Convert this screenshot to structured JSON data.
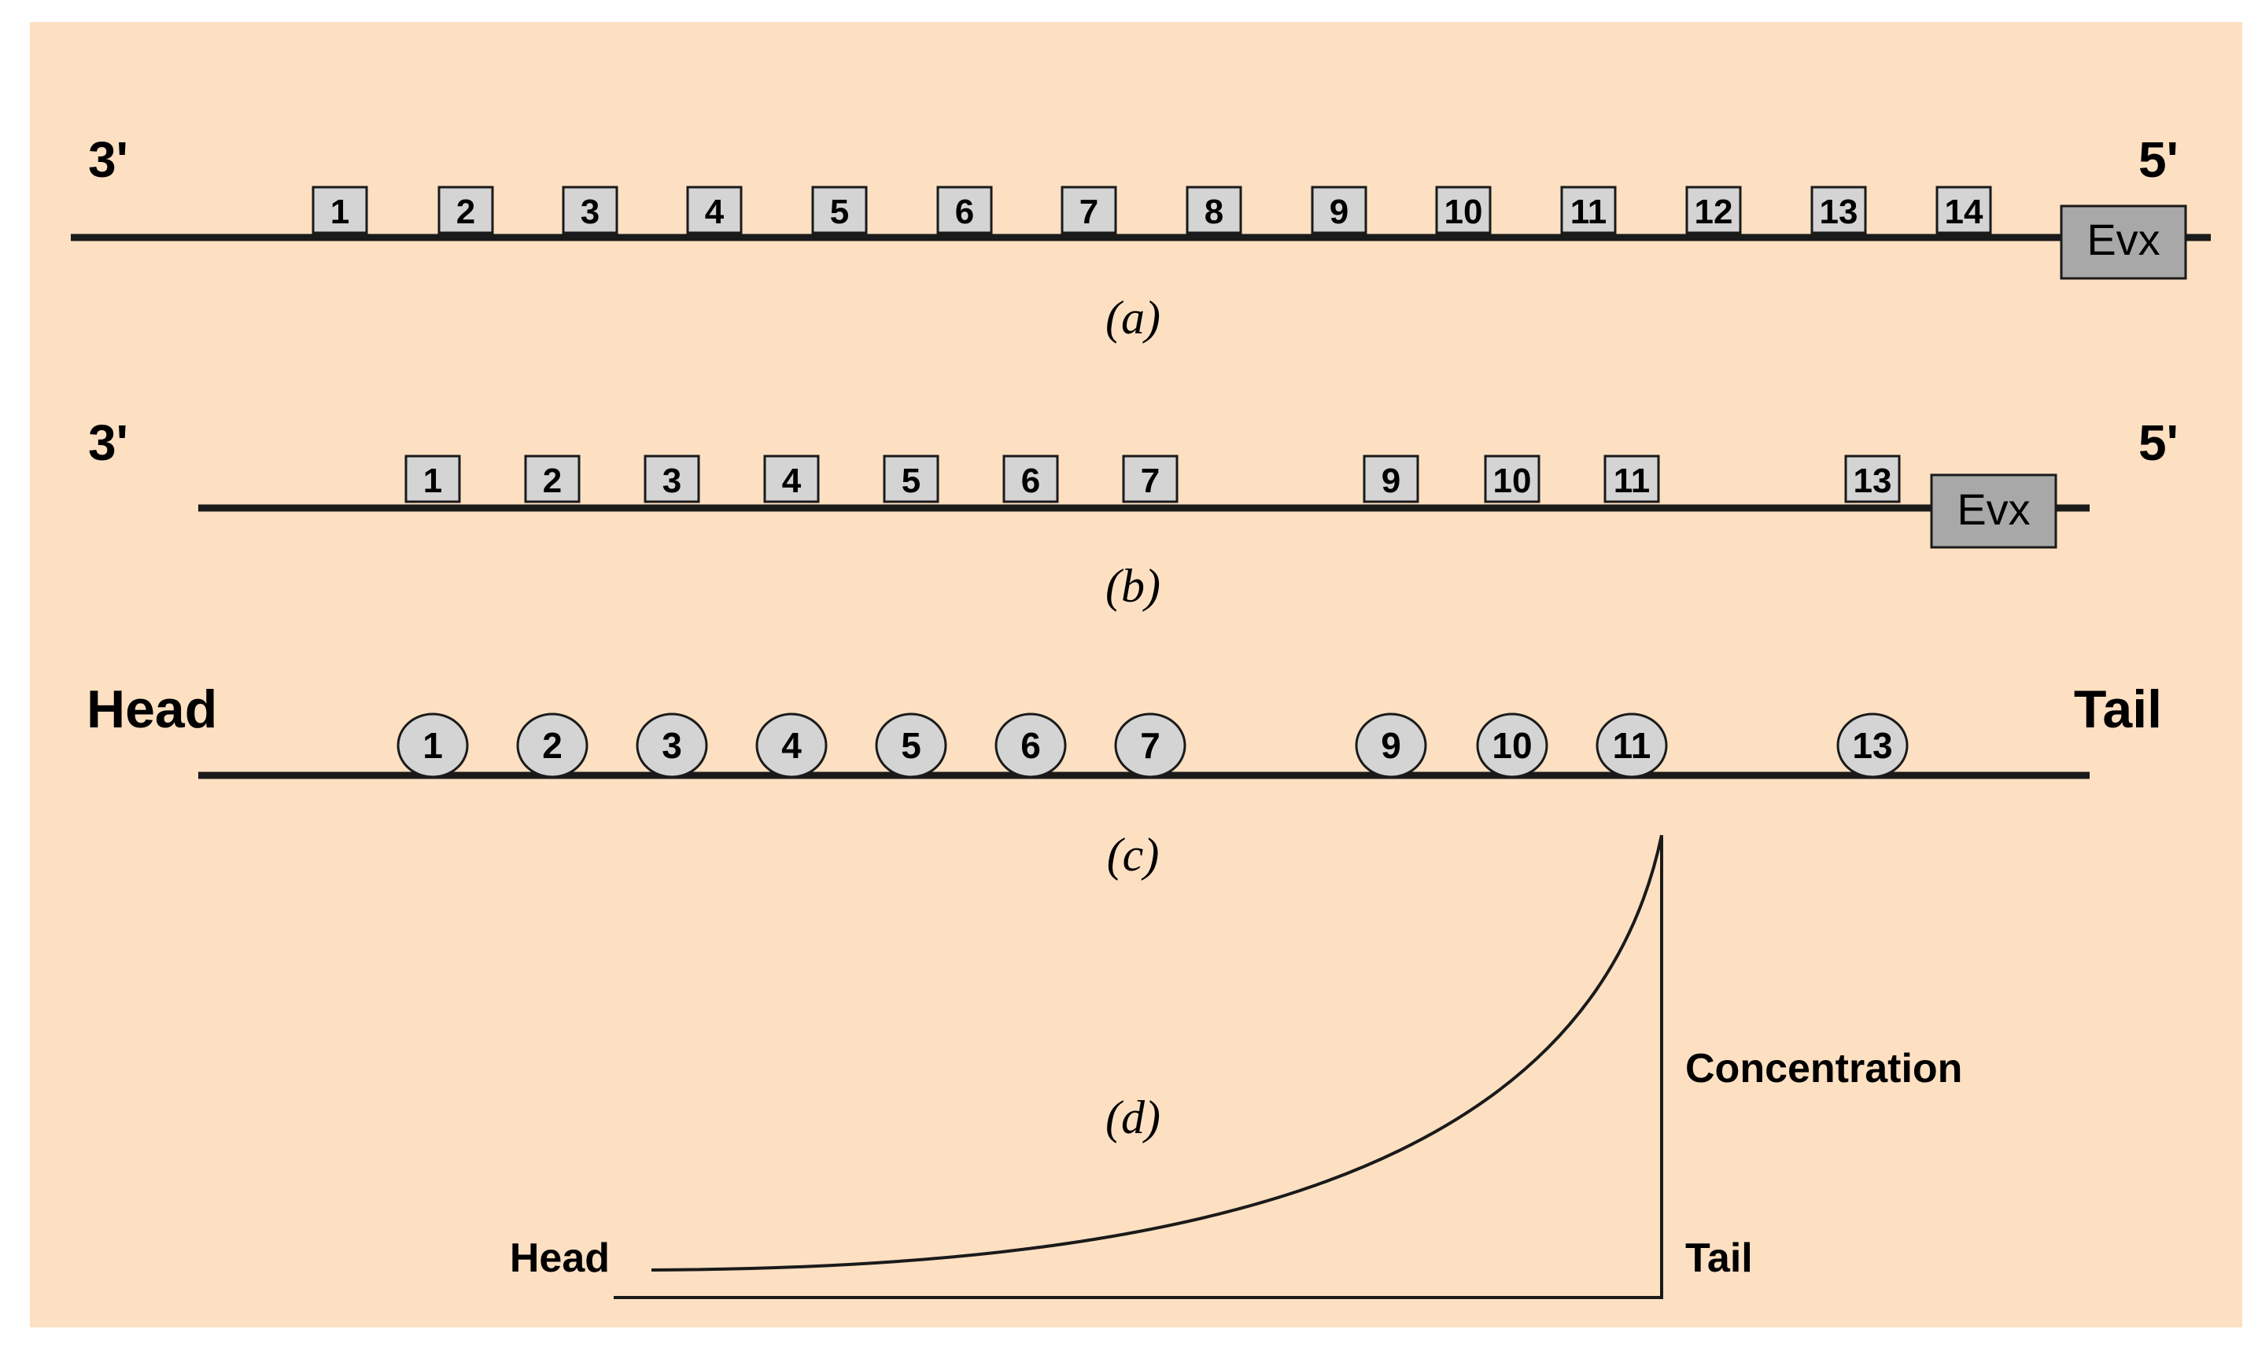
{
  "colors": {
    "background": "#fde0c2",
    "page": "#ffffff",
    "line": "#1a1a1a",
    "gene_fill": "#d4d4d4",
    "evx_fill": "#a8a8a8"
  },
  "panel_a": {
    "label": "(a)",
    "left_end": "3'",
    "right_end": "5'",
    "genes": [
      "1",
      "2",
      "3",
      "4",
      "5",
      "6",
      "7",
      "8",
      "9",
      "10",
      "11",
      "12",
      "13",
      "14"
    ],
    "evx_label": "Evx"
  },
  "panel_b": {
    "label": "(b)",
    "left_end": "3'",
    "right_end": "5'",
    "genes": [
      "1",
      "2",
      "3",
      "4",
      "5",
      "6",
      "7",
      "9",
      "10",
      "11",
      "13"
    ],
    "evx_label": "Evx"
  },
  "panel_c": {
    "label": "(c)",
    "left_end": "Head",
    "right_end": "Tail",
    "genes": [
      "1",
      "2",
      "3",
      "4",
      "5",
      "6",
      "7",
      "9",
      "10",
      "11",
      "13"
    ]
  },
  "panel_d": {
    "label": "(d)",
    "axis_label": "Concentration",
    "head_label": "Head",
    "tail_label": "Tail"
  }
}
